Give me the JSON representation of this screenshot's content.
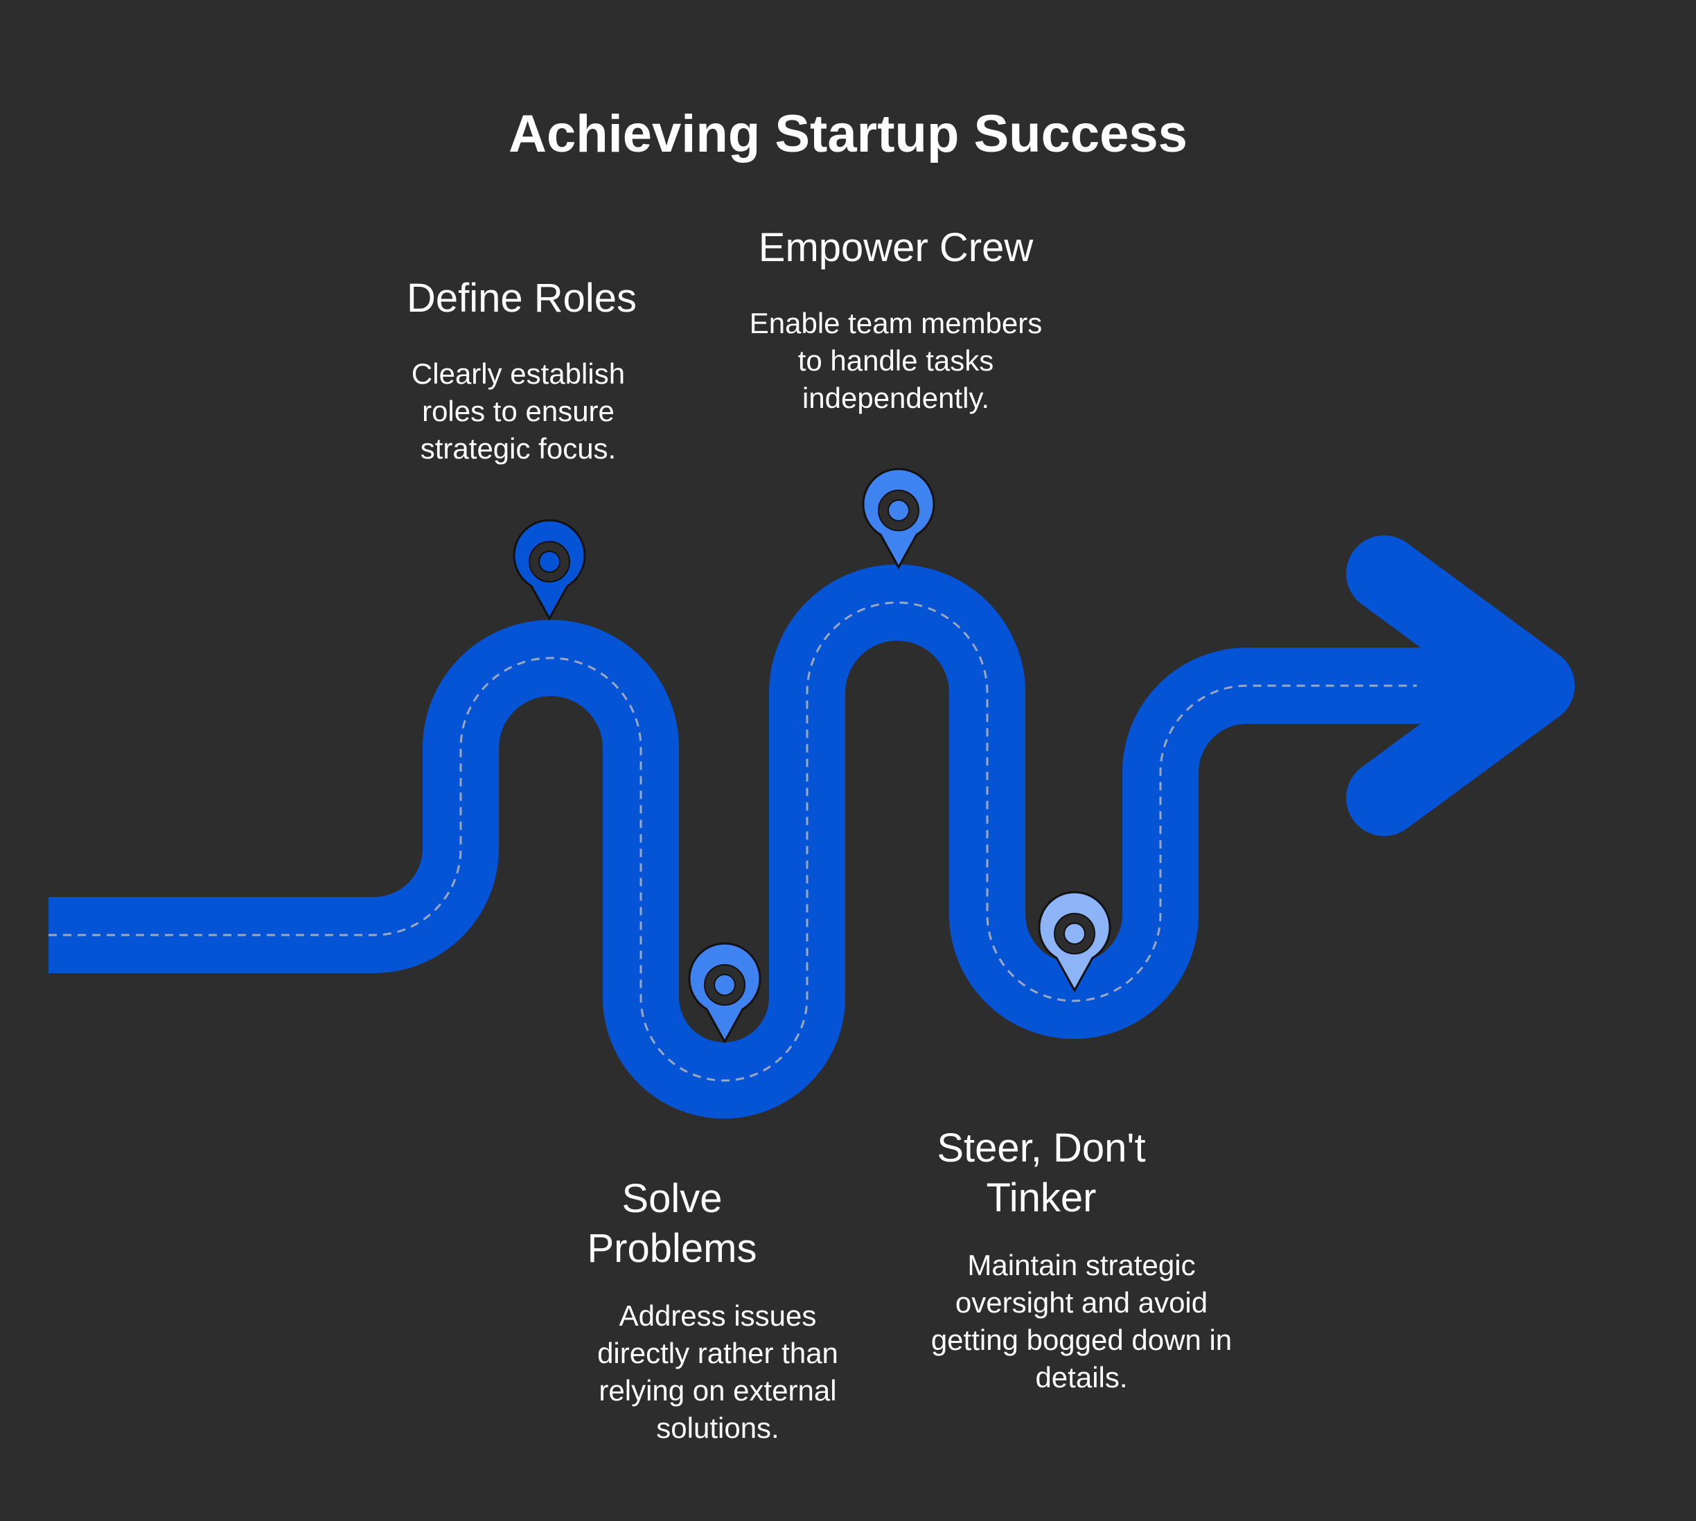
{
  "title": "Achieving Startup Success",
  "colors": {
    "background": "#2d2d2d",
    "road": "#0654d6",
    "dash": "#9aa8c0",
    "pin_dark": "#0654d6",
    "pin_mid": "#3f83f0",
    "pin_light": "#8cb4f7"
  },
  "steps": [
    {
      "heading": "Define Roles",
      "description": "Clearly establish roles to ensure strategic focus.",
      "pin_icon": "map-pin-icon",
      "pin_color": "#0654d6"
    },
    {
      "heading": "Solve Problems",
      "description": "Address issues directly rather than relying on external solutions.",
      "pin_icon": "map-pin-icon",
      "pin_color": "#3f83f0"
    },
    {
      "heading": "Empower Crew",
      "description": "Enable team members to handle tasks independently.",
      "pin_icon": "map-pin-icon",
      "pin_color": "#3f83f0"
    },
    {
      "heading": "Steer, Don't Tinker",
      "description": "Maintain strategic oversight and avoid getting bogged down in details.",
      "pin_icon": "map-pin-icon",
      "pin_color": "#8cb4f7"
    }
  ]
}
